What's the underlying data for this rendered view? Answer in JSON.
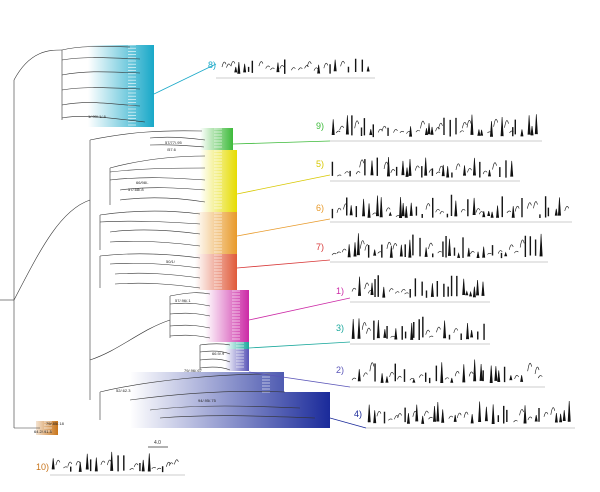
{
  "clades": [
    {
      "id": "8",
      "label": "8)",
      "color": "#18a8c8"
    },
    {
      "id": "9",
      "label": "9)",
      "color": "#3dba3a"
    },
    {
      "id": "5",
      "label": "5)",
      "color": "#d8c800"
    },
    {
      "id": "6",
      "label": "6)",
      "color": "#e89a2a"
    },
    {
      "id": "7",
      "label": "7)",
      "color": "#d83a3a"
    },
    {
      "id": "1",
      "label": "1)",
      "color": "#cc2aa6"
    },
    {
      "id": "3",
      "label": "3)",
      "color": "#1aa89c"
    },
    {
      "id": "2",
      "label": "2)",
      "color": "#5a55b8"
    },
    {
      "id": "4",
      "label": "4)",
      "color": "#1a2a9a"
    },
    {
      "id": "10",
      "label": "10)",
      "color": "#c8741a"
    }
  ],
  "node_labels": [
    "1/.99/.1/.6",
    "57/77/.95",
    "/57.6",
    "66/98/-",
    "57/.68/.8",
    "50/1/",
    "57/.96/.1",
    "66.9/.9",
    "79/.96/.67",
    "52/.62.3",
    "94/.95/.75",
    "79/.85/.18",
    "64.2/.91.5"
  ],
  "scale_bar": {
    "label": "4.0"
  }
}
